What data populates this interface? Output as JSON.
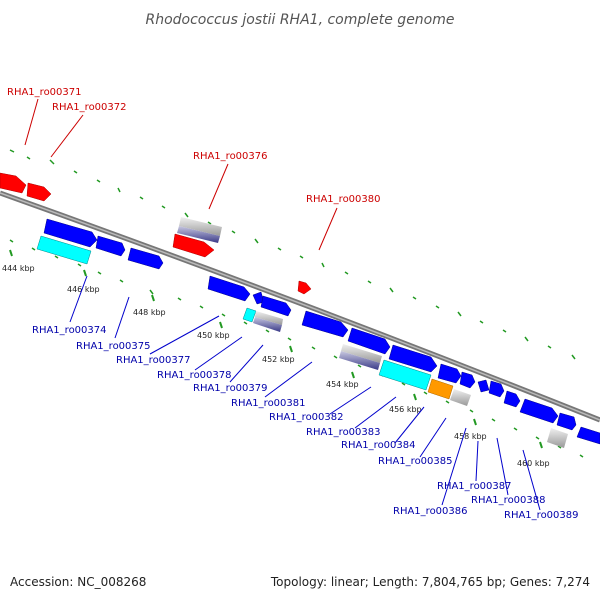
{
  "title": "Rhodococcus jostii RHA1, complete genome",
  "footer": {
    "accession": "Accession: NC_008268",
    "summary": "Topology: linear; Length: 7,804,765 bp; Genes: 7,274"
  },
  "colors": {
    "forward": "#ff0000",
    "reverse": "#0000ff",
    "cyan": "#00ffff",
    "orange": "#ff9900",
    "gray": "#aaaaaa",
    "track": "#888888",
    "red_label": "#cc0000",
    "blue_label": "#0000aa",
    "dot": "#229922"
  },
  "ruler_ticks": [
    "444 kbp",
    "446 kbp",
    "448 kbp",
    "450 kbp",
    "452 kbp",
    "454 kbp",
    "456 kbp",
    "458 kbp",
    "460 kbp"
  ],
  "top_labels": [
    "RHA1_ro00371",
    "RHA1_ro00372",
    "RHA1_ro00376",
    "RHA1_ro00380"
  ],
  "bottom_labels": [
    "RHA1_ro00374",
    "RHA1_ro00375",
    "RHA1_ro00377",
    "RHA1_ro00378",
    "RHA1_ro00379",
    "RHA1_ro00381",
    "RHA1_ro00382",
    "RHA1_ro00383",
    "RHA1_ro00384",
    "RHA1_ro00385",
    "RHA1_ro00386",
    "RHA1_ro00387",
    "RHA1_ro00388",
    "RHA1_ro00389"
  ]
}
